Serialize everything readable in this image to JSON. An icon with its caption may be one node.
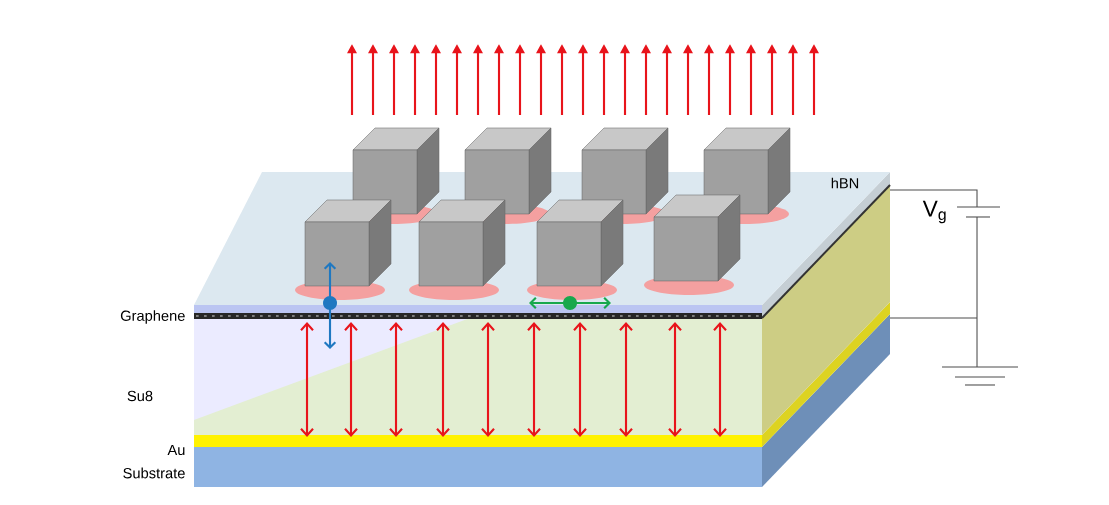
{
  "diagram": {
    "labels": [
      "hBN",
      "V$_{g}$",
      "Graphene",
      "Su8",
      "Au",
      "Substrate"
    ]
  }
}
